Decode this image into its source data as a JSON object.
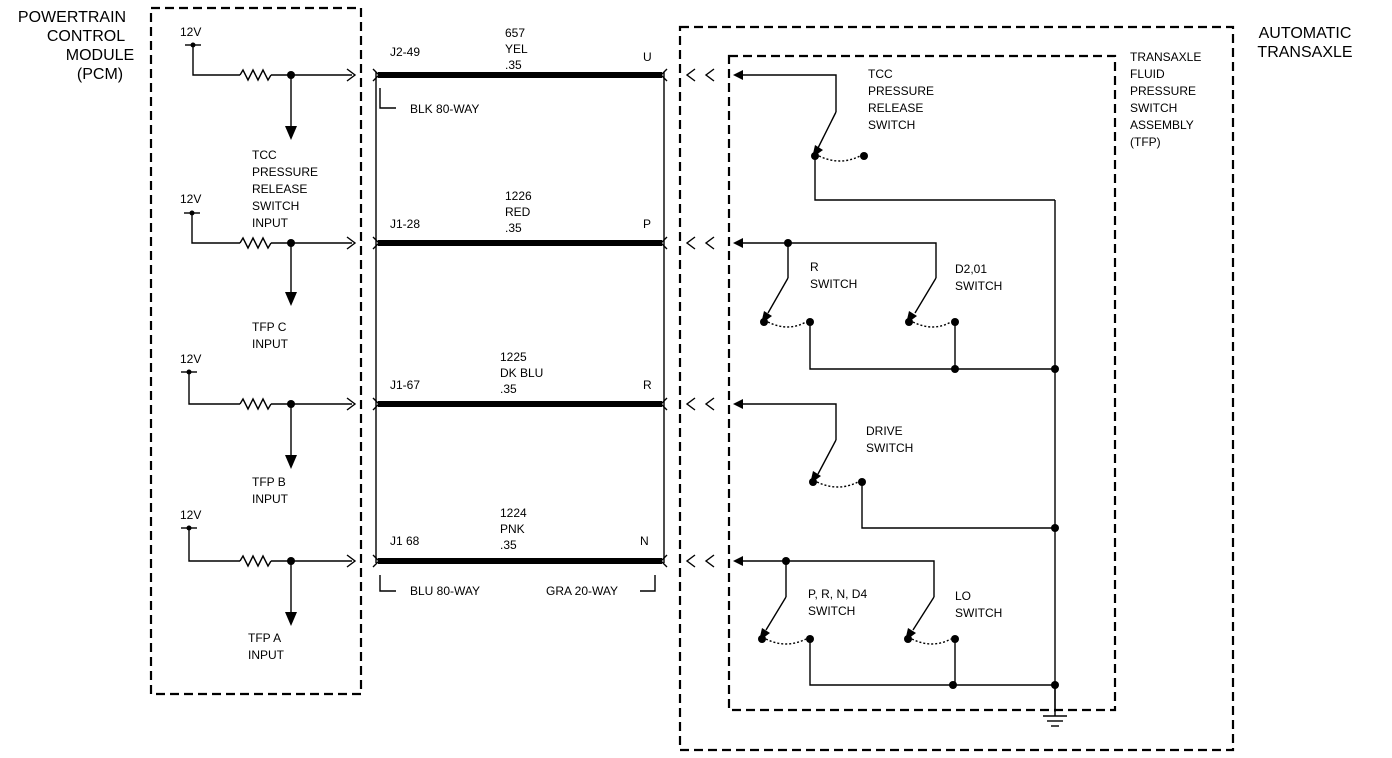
{
  "pcm": {
    "title_lines": [
      "POWERTRAIN",
      "CONTROL",
      "MODULE",
      "(PCM)"
    ],
    "supply_label": "12V",
    "inputs": [
      {
        "lines": [
          "TCC",
          "PRESSURE",
          "RELEASE",
          "SWITCH",
          "INPUT"
        ]
      },
      {
        "lines": [
          "TFP C",
          "INPUT"
        ]
      },
      {
        "lines": [
          "TFP B",
          "INPUT"
        ]
      },
      {
        "lines": [
          "TFP A",
          "INPUT"
        ]
      }
    ]
  },
  "transaxle": {
    "title_lines": [
      "AUTOMATIC",
      "TRANSAXLE"
    ],
    "assembly_lines": [
      "TRANSAXLE",
      "FLUID",
      "PRESSURE",
      "SWITCH",
      "ASSEMBLY",
      "(TFP)"
    ],
    "switches": [
      {
        "lines": [
          "TCC",
          "PRESSURE",
          "RELEASE",
          "SWITCH"
        ]
      },
      {
        "lines": [
          "R",
          "SWITCH"
        ]
      },
      {
        "lines": [
          "D2,01",
          "SWITCH"
        ]
      },
      {
        "lines": [
          "DRIVE",
          "SWITCH"
        ]
      },
      {
        "lines": [
          "P, R, N, D4",
          "SWITCH"
        ]
      },
      {
        "lines": [
          "LO",
          "SWITCH"
        ]
      }
    ]
  },
  "circuits": [
    {
      "pin": "J2-49",
      "circuit": "657",
      "color": "YEL",
      "size": ".35",
      "tpin": "U"
    },
    {
      "pin": "J1-28",
      "circuit": "1226",
      "color": "RED",
      "size": ".35",
      "tpin": "P"
    },
    {
      "pin": "J1-67",
      "circuit": "1225",
      "color": "DK BLU",
      "size": ".35",
      "tpin": "R"
    },
    {
      "pin": "J1 68",
      "circuit": "1224",
      "color": "PNK",
      "size": ".35",
      "tpin": "N"
    }
  ],
  "connectors": {
    "top_left": "BLK 80-WAY",
    "bottom_left": "BLU 80-WAY",
    "bottom_right": "GRA 20-WAY"
  }
}
